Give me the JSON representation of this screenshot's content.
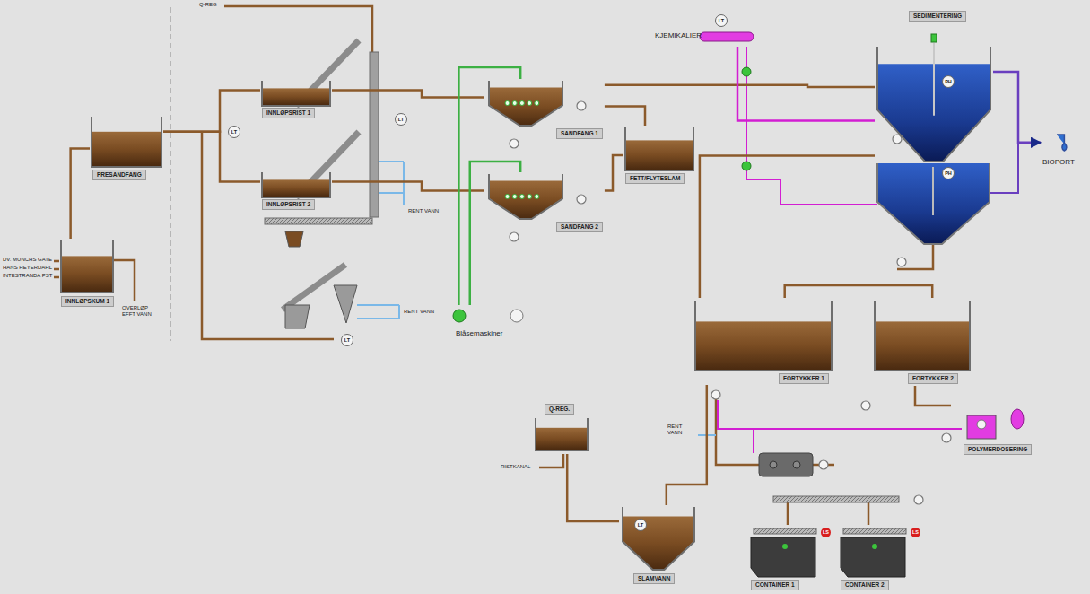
{
  "diagram": {
    "nodes": [
      {
        "text": [
          "INNLØPSKUM 1"
        ]
      },
      {
        "text": [
          "PRESANDFANG"
        ]
      },
      {
        "text": [
          "INNLØPSRIST 1"
        ]
      },
      {
        "text": [
          "INNLØPSRIST 2"
        ]
      },
      {
        "text": [
          "SANDFANG 1"
        ]
      },
      {
        "text": [
          "SANDFANG 2"
        ]
      },
      {
        "text": [
          "FETT/FLYTESLAM"
        ]
      },
      {
        "text": [
          "Blåsemaskiner"
        ]
      },
      {
        "text": [
          "KJEMIKALIER"
        ]
      },
      {
        "text": [
          "SEDIMENTERING"
        ]
      },
      {
        "text": [
          "BIOPORT"
        ]
      },
      {
        "text": [
          "FORTYKKER 1"
        ]
      },
      {
        "text": [
          "FORTYKKER 2"
        ]
      },
      {
        "text": [
          "POLYMERDOSERING"
        ]
      },
      {
        "text": [
          "Q-REG."
        ]
      },
      {
        "text": [
          "SLAMVANN"
        ]
      },
      {
        "text": [
          "CONTAINER 1"
        ]
      },
      {
        "text": [
          "CONTAINER 2"
        ]
      }
    ],
    "edges": [
      {
        "from": 0,
        "to": 1,
        "arrow": "none"
      },
      {
        "from": 1,
        "to": 2,
        "arrow": "none"
      },
      {
        "from": 1,
        "to": 3,
        "arrow": "none"
      },
      {
        "from": 2,
        "to": 4,
        "arrow": "none"
      },
      {
        "from": 3,
        "to": 5,
        "arrow": "none"
      },
      {
        "from": 7,
        "to": 4,
        "arrow": "none"
      },
      {
        "from": 7,
        "to": 5,
        "arrow": "none"
      },
      {
        "from": 4,
        "to": 6,
        "arrow": "none"
      },
      {
        "from": 5,
        "to": 6,
        "arrow": "none"
      },
      {
        "from": 4,
        "to": 9,
        "arrow": "none"
      },
      {
        "from": 8,
        "to": 9,
        "arrow": "none"
      },
      {
        "from": 9,
        "to": 10,
        "arrow": "to"
      },
      {
        "from": 9,
        "to": 11,
        "arrow": "none"
      },
      {
        "from": 11,
        "to": 12,
        "arrow": "none"
      },
      {
        "from": 11,
        "to": 15,
        "arrow": "none"
      },
      {
        "from": 14,
        "to": 15,
        "arrow": "none"
      }
    ],
    "labels": [
      "Q-REG",
      "DV. MUNCHS GATE",
      "HANS HEYERDAHL",
      "INTESTRANDA PST",
      "OVERLØP EFFT VANN",
      "LT",
      "LT",
      "RENT VANN",
      "RENT VANN",
      "LT",
      "LT",
      "PH",
      "PH",
      "RISTKANAL",
      "RENT VANN",
      "LT",
      "LS",
      "LS"
    ]
  }
}
